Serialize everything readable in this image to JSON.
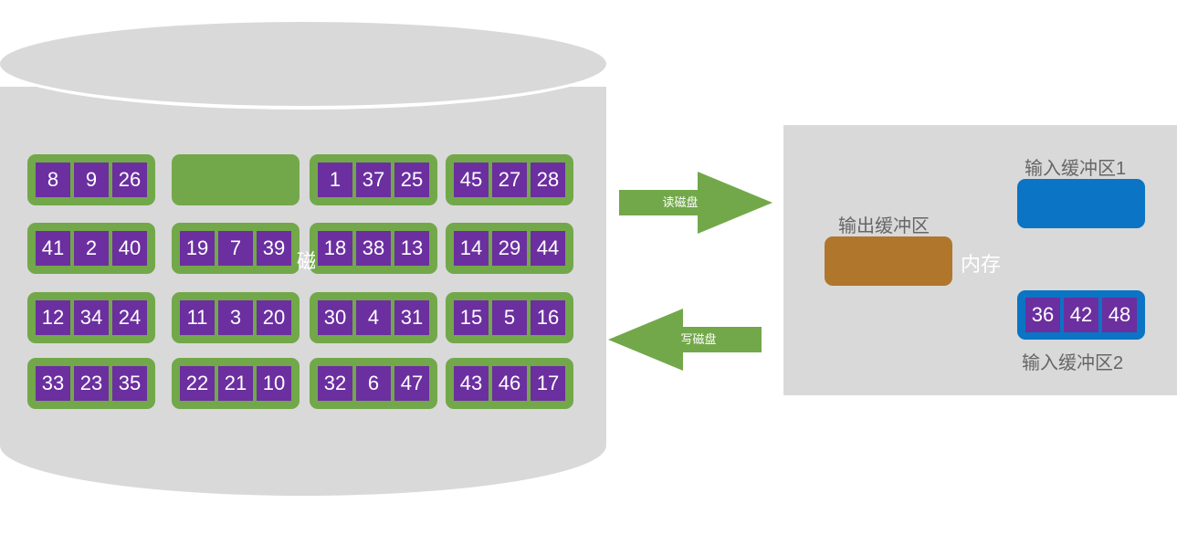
{
  "disk": {
    "label": "磁盘",
    "colors": {
      "body": "#d9d9d9",
      "block": "#72a84a",
      "cell": "#6b2fa0"
    },
    "blocks": [
      [
        [
          "8",
          "9",
          "26"
        ],
        [],
        [
          "1",
          "37",
          "25"
        ],
        [
          "45",
          "27",
          "28"
        ]
      ],
      [
        [
          "41",
          "2",
          "40"
        ],
        [
          "19",
          "7",
          "39"
        ],
        [
          "18",
          "38",
          "13"
        ],
        [
          "14",
          "29",
          "44"
        ]
      ],
      [
        [
          "12",
          "34",
          "24"
        ],
        [
          "11",
          "3",
          "20"
        ],
        [
          "30",
          "4",
          "31"
        ],
        [
          "15",
          "5",
          "16"
        ]
      ],
      [
        [
          "33",
          "23",
          "35"
        ],
        [
          "22",
          "21",
          "10"
        ],
        [
          "32",
          "6",
          "47"
        ],
        [
          "43",
          "46",
          "17"
        ]
      ]
    ]
  },
  "arrows": {
    "read_label": "读磁盘",
    "write_label": "写磁盘",
    "color": "#72a84a"
  },
  "memory": {
    "label": "内存",
    "color": "#d9d9d9",
    "output_buffer": {
      "label": "输出缓冲区",
      "color": "#b0762c"
    },
    "input_buffer_1": {
      "label": "输入缓冲区1",
      "color": "#0b74c4"
    },
    "input_buffer_2": {
      "label": "输入缓冲区2",
      "color": "#0b74c4",
      "values": [
        "36",
        "42",
        "48"
      ]
    }
  }
}
